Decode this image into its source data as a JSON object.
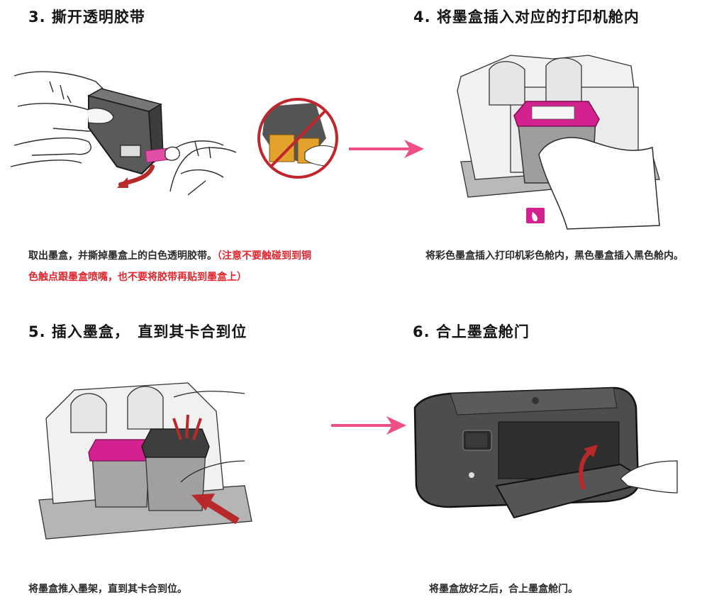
{
  "colors": {
    "arrow": "#ee4f84",
    "warning_text": "#e0262d",
    "magenta": "#d3218f",
    "no_sign": "#c0262c",
    "red_arrow": "#b82a2a",
    "cartridge_dark": "#5a5a5a",
    "printer_body": "#4d4d4d",
    "line": "#2b2b2b"
  },
  "steps": [
    {
      "number": "3.",
      "title": "撕开透明胶带",
      "caption": "取出墨盒，并撕掉墨盒上的白色透明胶带。",
      "warning": "（注意不要触碰到到铜色触点跟墨盒喷嘴，也不要将胶带再贴到墨盒上）",
      "illustrations": [
        "hands-peeling-tape",
        "do-not-touch-contacts"
      ]
    },
    {
      "number": "4.",
      "title": "将墨盒插入对应的打印机舱内",
      "caption": "将彩色墨盒插入打印机彩色舱内，黑色墨盒插入黑色舱内。",
      "illustrations": [
        "insert-color-cartridge",
        "color-slot-badge"
      ]
    },
    {
      "number": "5.",
      "title": "插入墨盒，　直到其卡合到位",
      "caption": "将墨盒推入墨架，直到其卡合到位。",
      "illustrations": [
        "push-black-cartridge"
      ]
    },
    {
      "number": "6.",
      "title": "合上墨盒舱门",
      "caption": "将墨盒放好之后，合上墨盒舱门。",
      "illustrations": [
        "close-printer-door"
      ]
    }
  ],
  "icons": {
    "flow_arrow": "right-arrow-icon",
    "no_sign": "prohibited-icon",
    "pull_arrow": "curved-arrow-icon",
    "push_arrow": "push-arrow-icon",
    "close_arrow": "curved-up-arrow-icon",
    "color_slot": "color-drop-icon"
  }
}
